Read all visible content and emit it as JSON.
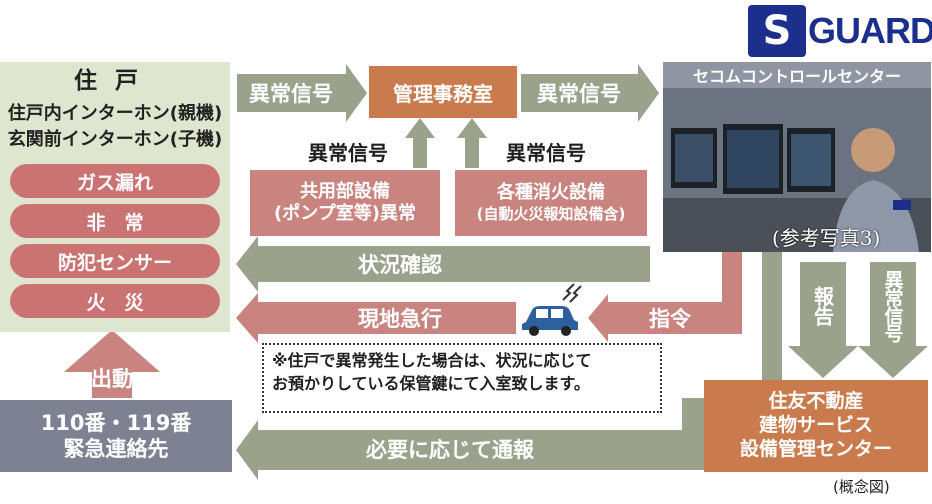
{
  "logo": {
    "letter": "S",
    "text": "GUARD"
  },
  "dwelling": {
    "title": "住戸",
    "lines": [
      "住戸内インターホン(親機)",
      "玄関前インターホン(子機)"
    ],
    "items": [
      "ガス漏れ",
      "非　常",
      "防犯センサー",
      "火　災"
    ]
  },
  "management_office": "管理事務室",
  "secom_center": "セコムコントロールセンター",
  "photo_caption": "(参考写真3)",
  "common_equipment": [
    "共用部設備",
    "(ポンプ室等)異常"
  ],
  "fire_equipment": [
    "各種消火設備",
    "(自動火災報知設備含)"
  ],
  "sumitomo": [
    "住友不動産",
    "建物サービス",
    "設備管理センター"
  ],
  "emergency": [
    "110番・119番",
    "緊急連絡先"
  ],
  "arrows": {
    "signal_to_office": "異常信号",
    "signal_to_center": "異常信号",
    "signal_up_left": "異常信号",
    "signal_up_right": "異常信号",
    "status_check": "状況確認",
    "instruction": "指令",
    "rush": "現地急行",
    "dispatch": "出動",
    "report": "報告",
    "abnormal_signal_vertical": "異常信号",
    "notify": "必要に応じて通報"
  },
  "note": [
    "※住戸で異常発生した場合は、状況に応じて",
    "お預かりしている保管鍵にて入室致します。"
  ],
  "footnote": "(概念図)",
  "colors": {
    "orange": "#c97b4d",
    "rose": "#c97372",
    "grey_green": "#9aa28c",
    "light_green": "#dfe6cf",
    "grey": "#7e8192",
    "navy": "#1d2f8c"
  }
}
